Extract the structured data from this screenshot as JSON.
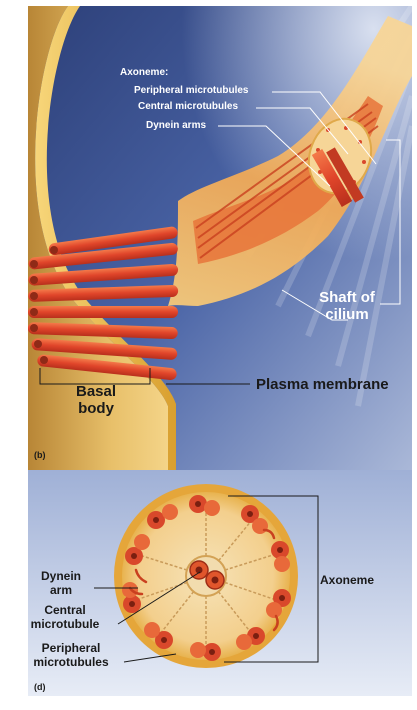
{
  "figure_b": {
    "panel_letter": "(b)",
    "axoneme_heading": "Axoneme:",
    "peripheral_microtubules": "Peripheral microtubules",
    "central_microtubules": "Central microtubules",
    "dynein_arms": "Dynein arms",
    "shaft_of_cilium": [
      "Shaft of",
      "cilium"
    ],
    "basal_body": [
      "Basal",
      "body"
    ],
    "plasma_membrane": "Plasma membrane"
  },
  "figure_d": {
    "panel_letter": "(d)",
    "dynein_arm": [
      "Dynein",
      "arm"
    ],
    "central_microtubule": [
      "Central",
      "microtubule"
    ],
    "peripheral_microtubules": [
      "Peripheral",
      "microtubules"
    ],
    "axoneme": "Axoneme"
  },
  "colors": {
    "background_blue": "#3f5a9a",
    "membrane_yellow": "#e8b547",
    "cilium_orange": "#e88a3c",
    "microtubule_red": "#d9482b",
    "cross_section_fill": "#f6d9a0"
  }
}
